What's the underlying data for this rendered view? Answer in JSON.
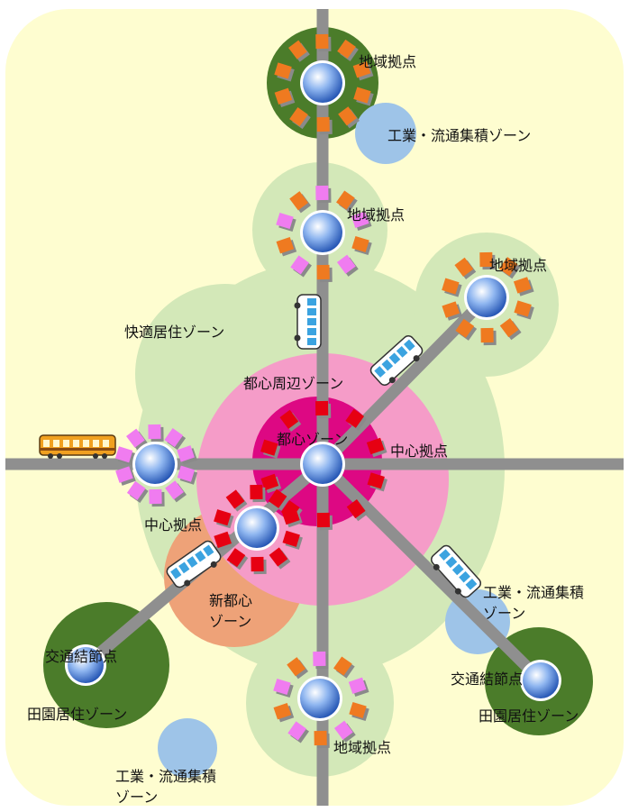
{
  "colors": {
    "background": "#fefdd0",
    "outer_green": "#d3e8b8",
    "dark_green": "#4b7c2a",
    "pink_zone": "#f59cc8",
    "magenta_zone": "#dd0883",
    "orange_zone": "#eea278",
    "blue_zone": "#9ec4e8",
    "road": "#8f8f8f",
    "hub_orange": "#ef7a20",
    "hub_magenta": "#f07cf0",
    "hub_red": "#e60012"
  },
  "labels": {
    "chiiki_top": "地域拠点",
    "kogyo_top": "工業・流通集積ゾーン",
    "chiiki_upper": "地域拠点",
    "chiiki_right": "地域拠点",
    "kaiteki": "快適居住ゾーン",
    "toshin_shuhen": "都心周辺ゾーン",
    "toshin": "都心ゾーン",
    "chushin_right": "中心拠点",
    "chushin_left": "中心拠点",
    "shin_toshin_line1": "新都心",
    "shin_toshin_line2": "ゾーン",
    "kogyo_right_line1": "工業・流通集積",
    "kogyo_right_line2": "ゾーン",
    "kotsu_left": "交通結節点",
    "kotsu_right": "交通結節点",
    "denen_left": "田園居住ゾーン",
    "denen_right": "田園居住ゾーン",
    "chiiki_bottom": "地域拠点",
    "kogyo_bottom_line1": "工業・流通集積",
    "kogyo_bottom_line2": "ゾーン"
  },
  "icons": [
    "bus-icon",
    "train-icon",
    "hub-node-icon"
  ]
}
